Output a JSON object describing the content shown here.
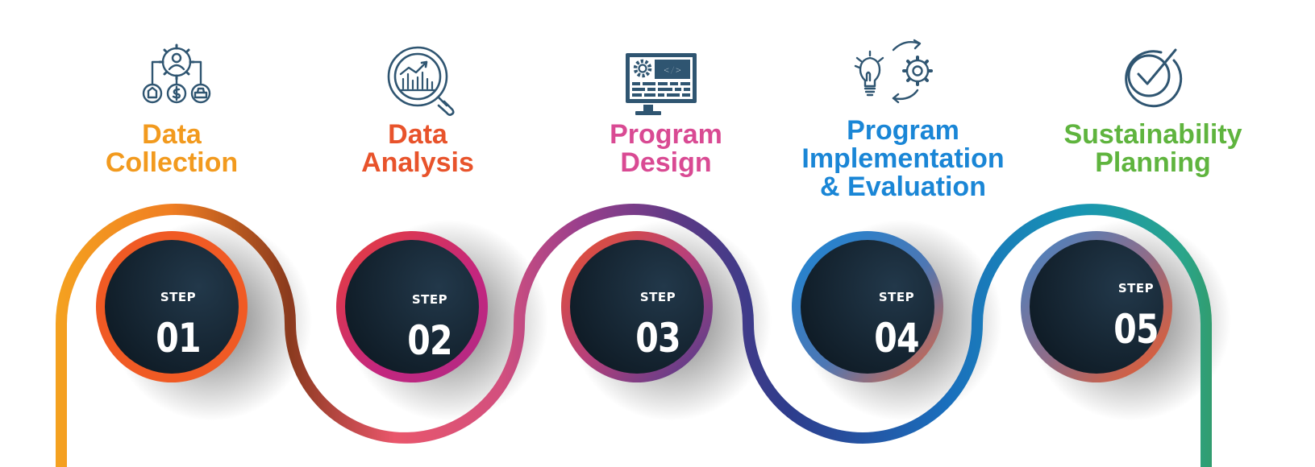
{
  "steps": [
    {
      "label": "STEP",
      "number": "01",
      "title_lines": [
        "Data",
        "Collection"
      ],
      "icon": "data-collection-icon",
      "title_color": "#F29A1E"
    },
    {
      "label": "STEP",
      "number": "02",
      "title_lines": [
        "Data",
        "Analysis"
      ],
      "icon": "magnifier-chart-icon",
      "title_color": "#E8532B"
    },
    {
      "label": "STEP",
      "number": "03",
      "title_lines": [
        "Program",
        "Design"
      ],
      "icon": "monitor-code-icon",
      "title_color": "#D94A93"
    },
    {
      "label": "STEP",
      "number": "04",
      "title_lines": [
        "Program",
        "Implementation",
        "& Evaluation"
      ],
      "icon": "lightbulb-gears-icon",
      "title_color": "#1A86D6"
    },
    {
      "label": "STEP",
      "number": "05",
      "title_lines": [
        "Sustainability",
        "Planning"
      ],
      "icon": "check-circle-icon",
      "title_color": "#5FB43E"
    }
  ],
  "colors": {
    "icon_stroke": "#2F5571",
    "circle_fill_inner": "#22384A",
    "circle_fill_outer": "#0E1A24",
    "orange_ring": "#F05A24",
    "magenta": "#C4267E",
    "purple": "#5C3C8E",
    "blue": "#1479C7",
    "green": "#3DAE4A"
  }
}
